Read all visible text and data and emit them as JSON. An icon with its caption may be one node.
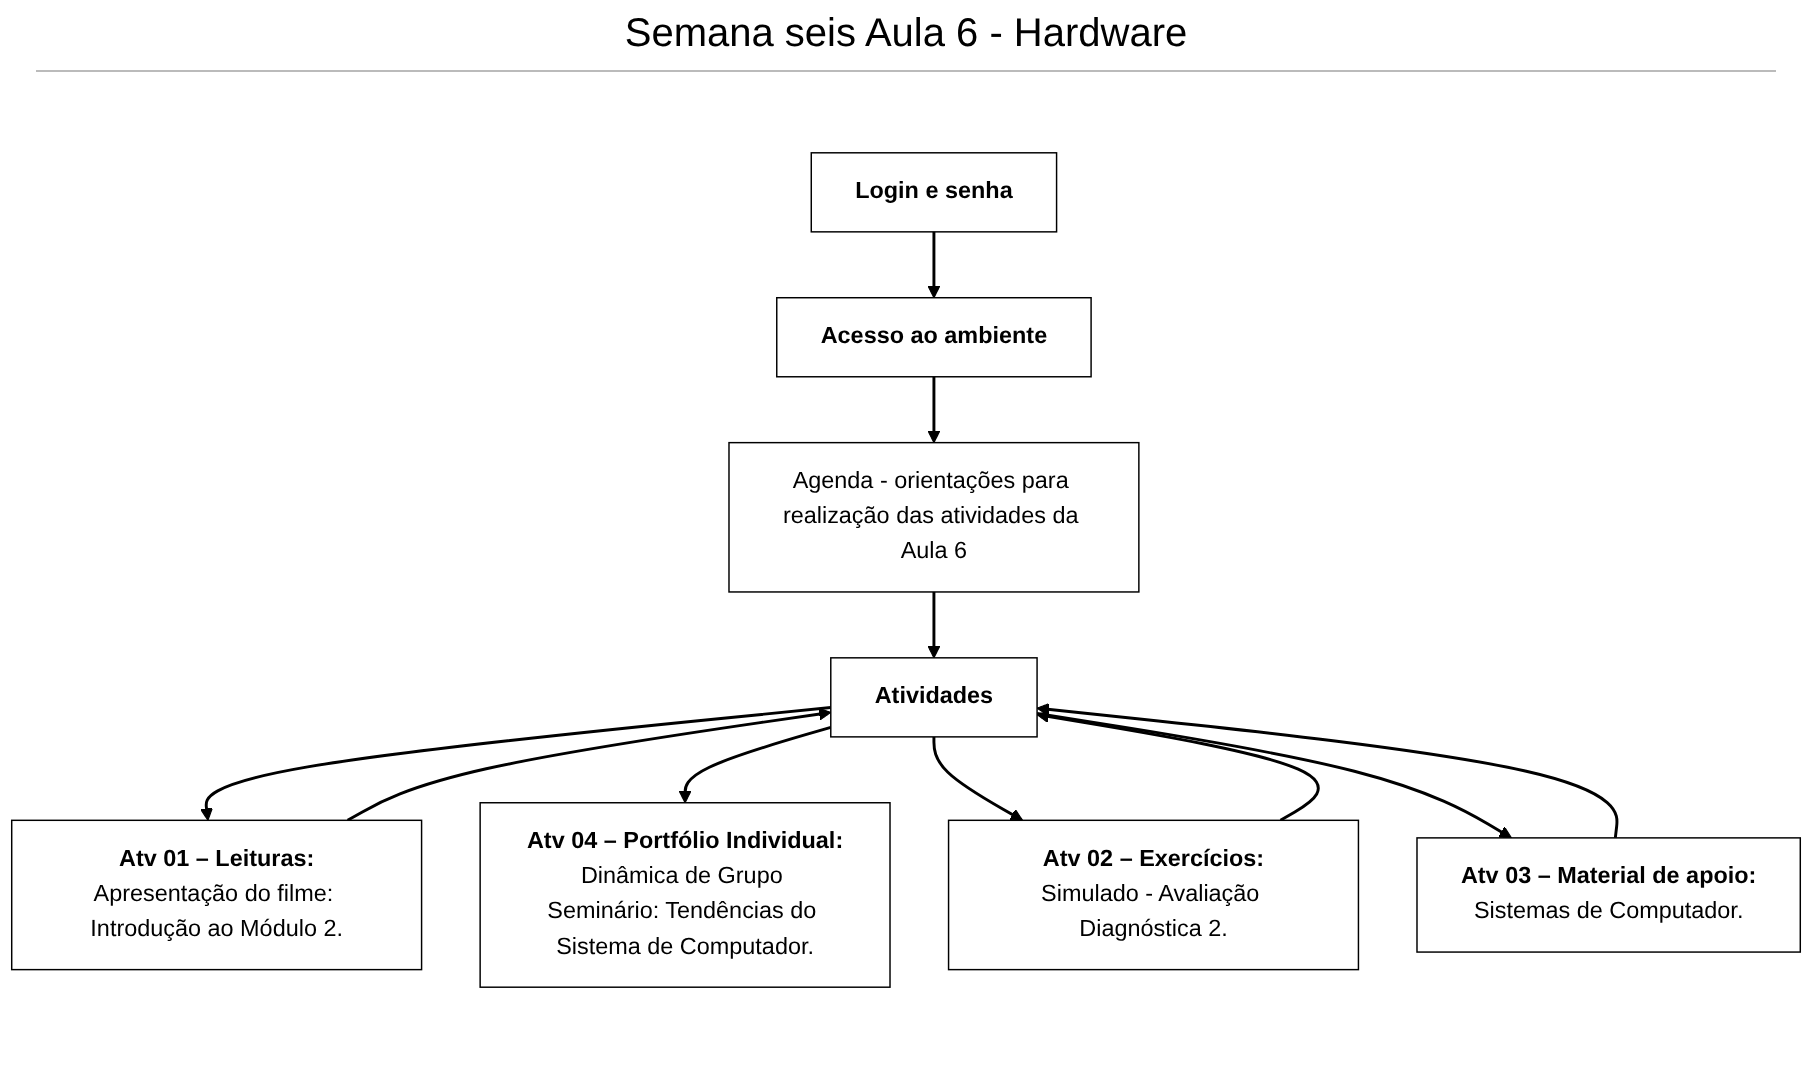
{
  "diagram": {
    "title": "Semana seis Aula 6 - Hardware",
    "nodes": [
      {
        "text": [
          "Login e senha"
        ]
      },
      {
        "text": [
          "Acesso ao ambiente"
        ]
      },
      {
        "text": [
          "Agenda - orientações para realização das atividades da Aula 6"
        ]
      },
      {
        "text": [
          "Atv 04 – Portfólio Individual:",
          "Dinâmica de Grupo Seminário: Tendências do Sistema de Computador."
        ]
      },
      {
        "text": [
          "Atv 01 – Leituras:",
          "Apresentação do filme: Introdução ao Módulo 2."
        ]
      },
      {
        "text": [
          "Atividades"
        ]
      },
      {
        "text": [
          "Atv 02 – Exercícios:",
          "Simulado - Avaliação Diagnóstica 2."
        ]
      },
      {
        "text": [
          "Atv 03 – Material de apoio:",
          "Sistemas de Computador."
        ]
      }
    ],
    "edges": [
      {
        "from": 0,
        "to": 1,
        "arrow": "to"
      },
      {
        "from": 1,
        "to": 2,
        "arrow": "to"
      },
      {
        "from": 2,
        "to": 5,
        "arrow": "to"
      },
      {
        "from": 5,
        "to": 4,
        "arrow": "to"
      },
      {
        "from": 4,
        "to": 5,
        "arrow": "to"
      },
      {
        "from": 5,
        "to": 3,
        "arrow": "to"
      },
      {
        "from": 5,
        "to": 6,
        "arrow": "to"
      },
      {
        "from": 6,
        "to": 5,
        "arrow": "to"
      },
      {
        "from": 5,
        "to": 7,
        "arrow": "to"
      },
      {
        "from": 7,
        "to": 5,
        "arrow": "to"
      }
    ]
  }
}
